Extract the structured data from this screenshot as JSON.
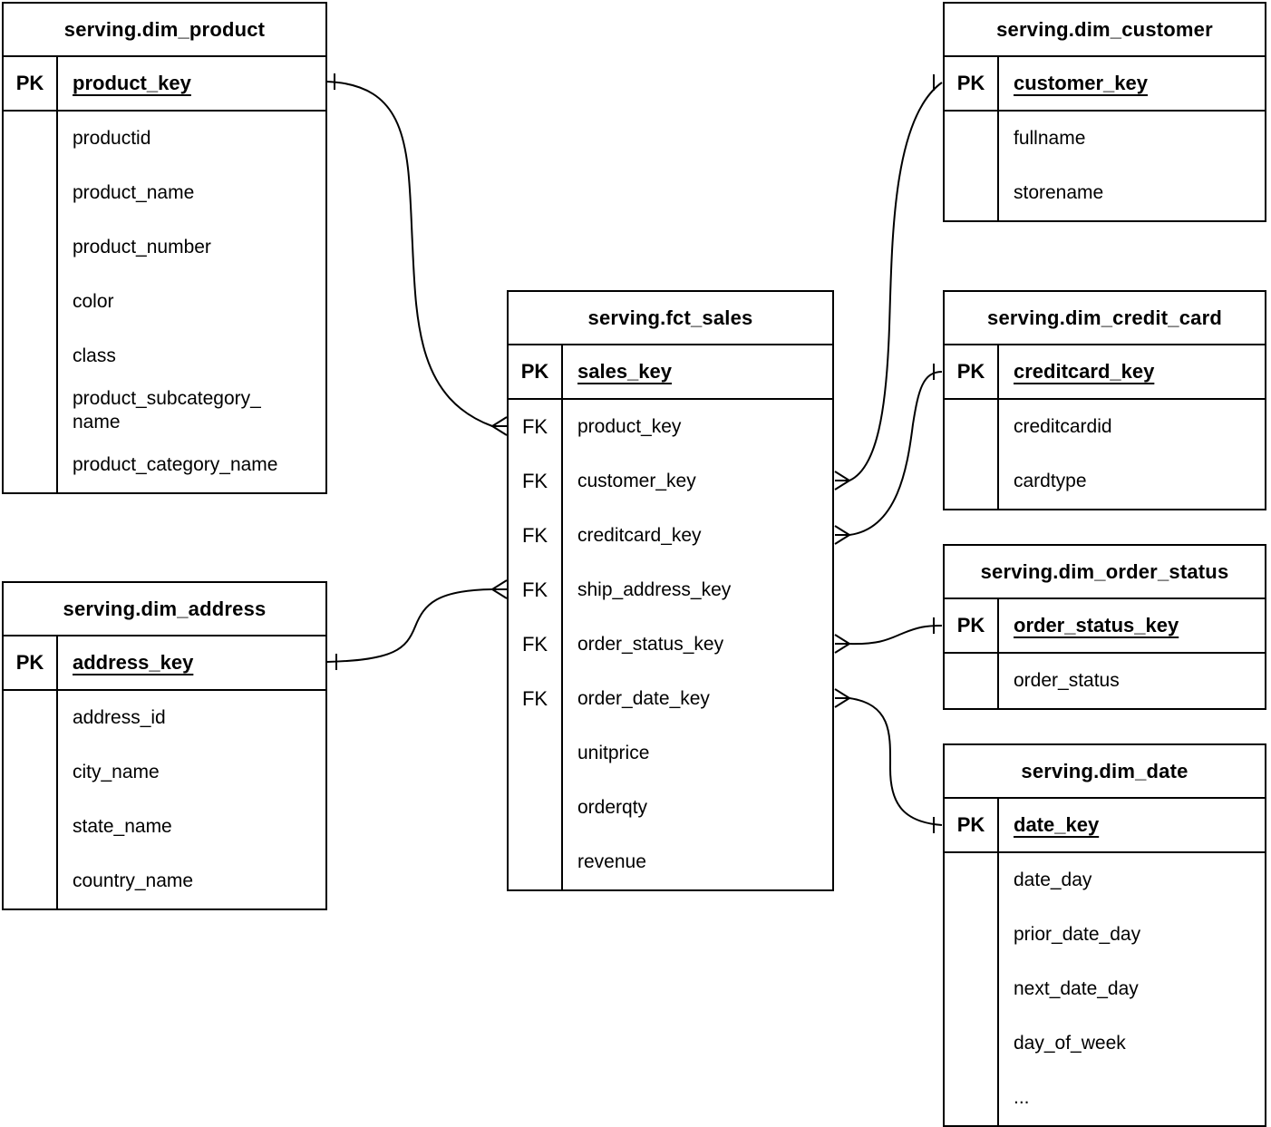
{
  "diagram": {
    "kind": "entity-relationship-diagram",
    "notation": "crow-foot",
    "schema": "serving"
  },
  "colors": {
    "line": "#000000",
    "background": "#ffffff",
    "text": "#000000"
  },
  "tables": [
    {
      "id": "dim_product",
      "title": "serving.dim_product",
      "pk": {
        "badge": "PK",
        "name": "product_key"
      },
      "rows": [
        {
          "badge": "",
          "name": "productid"
        },
        {
          "badge": "",
          "name": "product_name"
        },
        {
          "badge": "",
          "name": "product_number"
        },
        {
          "badge": "",
          "name": "color"
        },
        {
          "badge": "",
          "name": "class"
        },
        {
          "badge": "",
          "name": "product_subcategory_\nname"
        },
        {
          "badge": "",
          "name": "product_category_name"
        }
      ]
    },
    {
      "id": "dim_customer",
      "title": "serving.dim_customer",
      "pk": {
        "badge": "PK",
        "name": "customer_key"
      },
      "rows": [
        {
          "badge": "",
          "name": "fullname"
        },
        {
          "badge": "",
          "name": "storename"
        }
      ]
    },
    {
      "id": "fct_sales",
      "title": "serving.fct_sales",
      "pk": {
        "badge": "PK",
        "name": "sales_key"
      },
      "rows": [
        {
          "badge": "FK",
          "name": "product_key"
        },
        {
          "badge": "FK",
          "name": "customer_key"
        },
        {
          "badge": "FK",
          "name": "creditcard_key"
        },
        {
          "badge": "FK",
          "name": "ship_address_key"
        },
        {
          "badge": "FK",
          "name": "order_status_key"
        },
        {
          "badge": "FK",
          "name": "order_date_key"
        },
        {
          "badge": "",
          "name": "unitprice"
        },
        {
          "badge": "",
          "name": "orderqty"
        },
        {
          "badge": "",
          "name": "revenue"
        }
      ]
    },
    {
      "id": "dim_credit_card",
      "title": "serving.dim_credit_card",
      "pk": {
        "badge": "PK",
        "name": "creditcard_key"
      },
      "rows": [
        {
          "badge": "",
          "name": "creditcardid"
        },
        {
          "badge": "",
          "name": "cardtype"
        }
      ]
    },
    {
      "id": "dim_order_status",
      "title": "serving.dim_order_status",
      "pk": {
        "badge": "PK",
        "name": "order_status_key"
      },
      "rows": [
        {
          "badge": "",
          "name": "order_status"
        }
      ]
    },
    {
      "id": "dim_date",
      "title": "serving.dim_date",
      "pk": {
        "badge": "PK",
        "name": "date_key"
      },
      "rows": [
        {
          "badge": "",
          "name": "date_day"
        },
        {
          "badge": "",
          "name": "prior_date_day"
        },
        {
          "badge": "",
          "name": "next_date_day"
        },
        {
          "badge": "",
          "name": "day_of_week"
        },
        {
          "badge": "",
          "name": "..."
        }
      ]
    },
    {
      "id": "dim_address",
      "title": "serving.dim_address",
      "pk": {
        "badge": "PK",
        "name": "address_key"
      },
      "rows": [
        {
          "badge": "",
          "name": "address_id"
        },
        {
          "badge": "",
          "name": "city_name"
        },
        {
          "badge": "",
          "name": "state_name"
        },
        {
          "badge": "",
          "name": "country_name"
        }
      ]
    }
  ],
  "relationships": [
    {
      "id": "product",
      "fact_table": "serving.fct_sales",
      "fact_field": "product_key",
      "dim_table": "serving.dim_product",
      "dim_field": "product_key",
      "cardinality": "many-to-one"
    },
    {
      "id": "ship_address",
      "fact_table": "serving.fct_sales",
      "fact_field": "ship_address_key",
      "dim_table": "serving.dim_address",
      "dim_field": "address_key",
      "cardinality": "many-to-one"
    },
    {
      "id": "customer",
      "fact_table": "serving.fct_sales",
      "fact_field": "customer_key",
      "dim_table": "serving.dim_customer",
      "dim_field": "customer_key",
      "cardinality": "many-to-one"
    },
    {
      "id": "credit_card",
      "fact_table": "serving.fct_sales",
      "fact_field": "creditcard_key",
      "dim_table": "serving.dim_credit_card",
      "dim_field": "creditcard_key",
      "cardinality": "many-to-one"
    },
    {
      "id": "order_status",
      "fact_table": "serving.fct_sales",
      "fact_field": "order_status_key",
      "dim_table": "serving.dim_order_status",
      "dim_field": "order_status_key",
      "cardinality": "many-to-one"
    },
    {
      "id": "order_date",
      "fact_table": "serving.fct_sales",
      "fact_field": "order_date_key",
      "dim_table": "serving.dim_date",
      "dim_field": "date_key",
      "cardinality": "many-to-one"
    }
  ]
}
